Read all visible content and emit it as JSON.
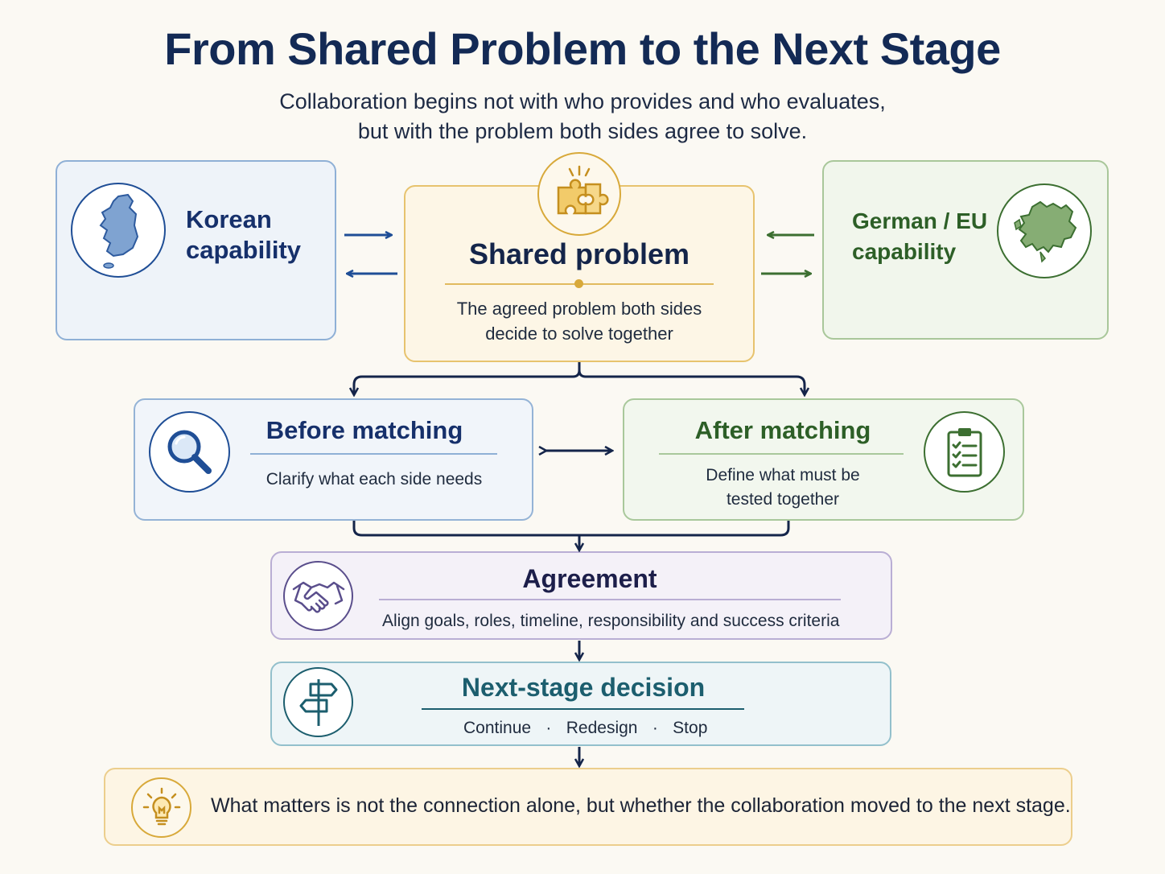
{
  "title": "From Shared Problem to the Next Stage",
  "subtitle": {
    "line1": "Collaboration begins not with who provides and who evaluates,",
    "line2": "but with the problem both sides agree to solve."
  },
  "korean": {
    "line1": "Korean",
    "line2": "capability",
    "icon": "korea-map-icon"
  },
  "german": {
    "line1": "German / EU",
    "line2": "capability",
    "icon": "europe-map-icon"
  },
  "shared": {
    "title": "Shared problem",
    "desc_line1": "The agreed problem both sides",
    "desc_line2": "decide to solve together",
    "icon": "puzzle-icon"
  },
  "before": {
    "title": "Before matching",
    "desc": "Clarify what each side needs",
    "icon": "magnifier-icon"
  },
  "after": {
    "title": "After matching",
    "desc_line1": "Define what must be",
    "desc_line2": "tested together",
    "icon": "clipboard-checklist-icon"
  },
  "agreement": {
    "title": "Agreement",
    "desc": "Align goals, roles, timeline, responsibility and success criteria",
    "icon": "handshake-icon"
  },
  "next": {
    "title": "Next-stage decision",
    "options": [
      "Continue",
      "Redesign",
      "Stop"
    ],
    "separator": "·",
    "icon": "signpost-icon"
  },
  "footer": {
    "text": "What matters is not the connection alone, but whether the collaboration moved to the next stage.",
    "icon": "lightbulb-icon"
  },
  "colors": {
    "navy": "#132a55",
    "blue": "#1f4e96",
    "green": "#3c6f31",
    "gold": "#d8a93a",
    "purple": "#5a4e8c",
    "teal": "#1c5e6e"
  }
}
